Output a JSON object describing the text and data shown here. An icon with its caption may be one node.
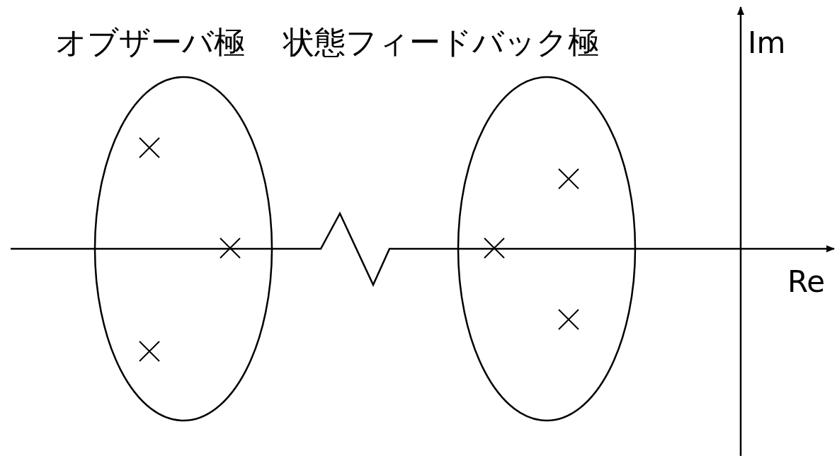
{
  "diagram": {
    "labels": [
      "オブザーバ極",
      "状態フィードバック極",
      "Im",
      "Re"
    ]
  }
}
